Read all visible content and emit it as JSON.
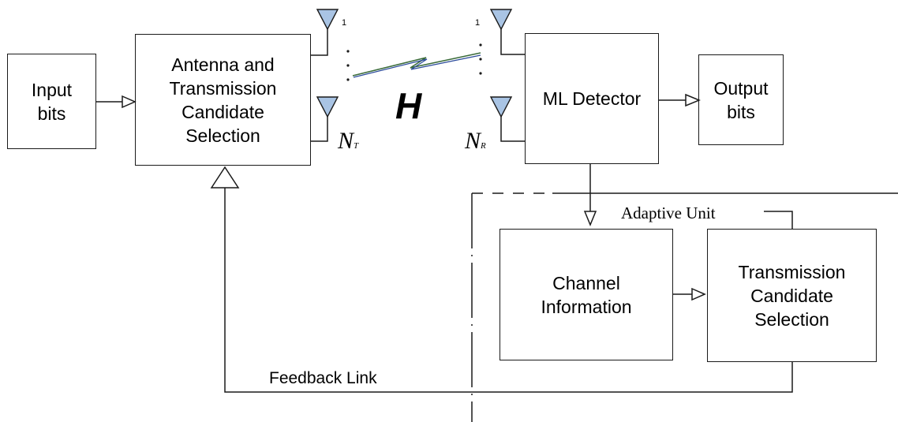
{
  "blocks": {
    "input": "Input\nbits",
    "antenna_selection": "Antenna and\nTransmission\nCandidate\nSelection",
    "ml_detector": "ML Detector",
    "output": "Output\nbits",
    "channel_info": "Channel\nInformation",
    "tx_candidate": "Transmission\nCandidate\nSelection"
  },
  "labels": {
    "channel_matrix": "H",
    "tx_antenna_index": "1",
    "rx_antenna_index": "1",
    "tx_antenna_count": "N",
    "tx_antenna_count_sub": "T",
    "rx_antenna_count": "N",
    "rx_antenna_count_sub": "R",
    "adaptive_unit": "Adaptive Unit",
    "feedback_link": "Feedback Link"
  }
}
